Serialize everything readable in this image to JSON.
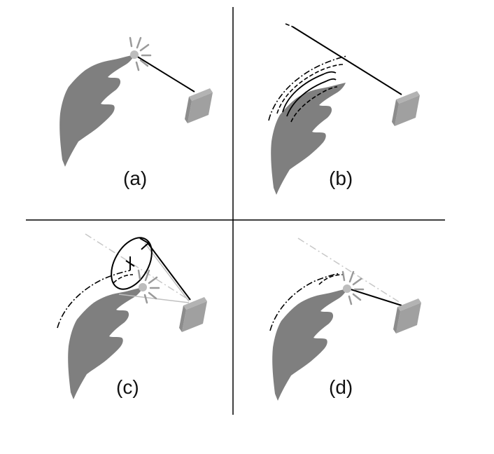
{
  "figure": {
    "panels": [
      {
        "id": "a",
        "label": "(a)"
      },
      {
        "id": "b",
        "label": "(b)"
      },
      {
        "id": "c",
        "label": "(c)"
      },
      {
        "id": "d",
        "label": "(d)"
      }
    ],
    "colors": {
      "hand": "#7f7f7f",
      "sensor": "#a0a0a0",
      "beam": "#000000",
      "faint_beam": "#c8c8c8",
      "background": "#ffffff"
    }
  }
}
